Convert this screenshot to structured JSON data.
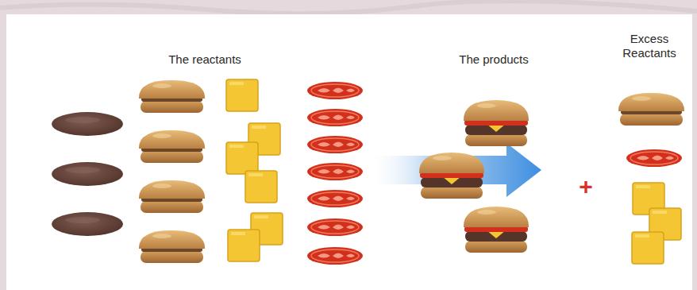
{
  "diagram": {
    "labels": [
      "The reactants",
      "The products",
      "Excess Reactants",
      "+"
    ]
  }
}
